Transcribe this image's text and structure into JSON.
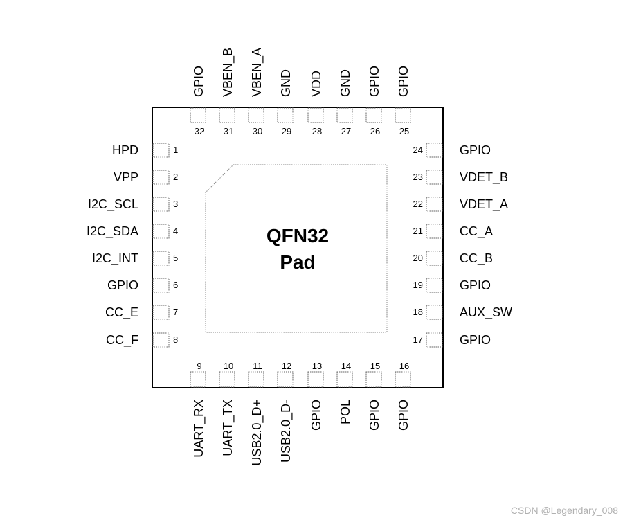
{
  "package": {
    "pad_lines": [
      "QFN32",
      "Pad"
    ]
  },
  "pins": {
    "left": [
      {
        "num": "1",
        "name": "HPD"
      },
      {
        "num": "2",
        "name": "VPP"
      },
      {
        "num": "3",
        "name": "I2C_SCL"
      },
      {
        "num": "4",
        "name": "I2C_SDA"
      },
      {
        "num": "5",
        "name": "I2C_INT"
      },
      {
        "num": "6",
        "name": "GPIO"
      },
      {
        "num": "7",
        "name": "CC_E"
      },
      {
        "num": "8",
        "name": "CC_F"
      }
    ],
    "bottom": [
      {
        "num": "9",
        "name": "UART_RX"
      },
      {
        "num": "10",
        "name": "UART_TX"
      },
      {
        "num": "11",
        "name": "USB2.0_D+"
      },
      {
        "num": "12",
        "name": "USB2.0_D-"
      },
      {
        "num": "13",
        "name": "GPIO"
      },
      {
        "num": "14",
        "name": "POL"
      },
      {
        "num": "15",
        "name": "GPIO"
      },
      {
        "num": "16",
        "name": "GPIO"
      }
    ],
    "right": [
      {
        "num": "17",
        "name": "GPIO"
      },
      {
        "num": "18",
        "name": "AUX_SW"
      },
      {
        "num": "19",
        "name": "GPIO"
      },
      {
        "num": "20",
        "name": "CC_B"
      },
      {
        "num": "21",
        "name": "CC_A"
      },
      {
        "num": "22",
        "name": "VDET_A"
      },
      {
        "num": "23",
        "name": "VDET_B"
      },
      {
        "num": "24",
        "name": "GPIO"
      }
    ],
    "top": [
      {
        "num": "25",
        "name": "GPIO"
      },
      {
        "num": "26",
        "name": "GPIO"
      },
      {
        "num": "27",
        "name": "GND"
      },
      {
        "num": "28",
        "name": "VDD"
      },
      {
        "num": "29",
        "name": "GND"
      },
      {
        "num": "30",
        "name": "VBEN_A"
      },
      {
        "num": "31",
        "name": "VBEN_B"
      },
      {
        "num": "32",
        "name": "GPIO"
      }
    ]
  },
  "watermark": "CSDN @Legendary_008"
}
